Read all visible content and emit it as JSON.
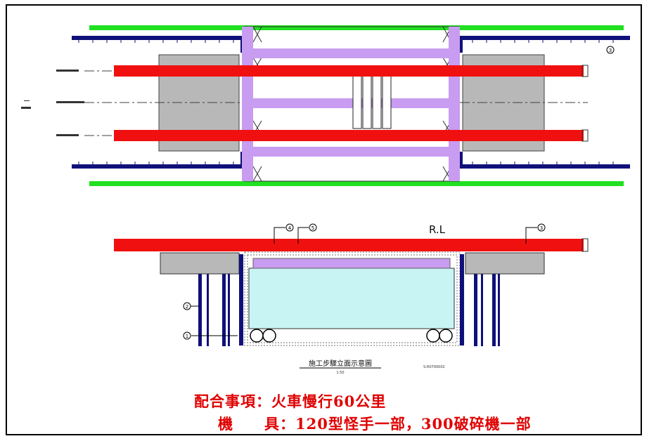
{
  "plan": {
    "callouts": [
      "3"
    ]
  },
  "section": {
    "level_label": "R.L",
    "callouts": [
      "4",
      "5",
      "3",
      "2",
      "1"
    ],
    "title": "施工步驟立面示意圖",
    "scale": "1:50",
    "note": "S-R0700002"
  },
  "caption": {
    "line1": "配合事項：火車慢行60公里",
    "line2": "機　　具：120型怪手一部，300破碎機一部"
  },
  "colors": {
    "rail": "#f01010",
    "wall": "#10107a",
    "green": "#20e020",
    "strut": "#c89cf0",
    "concrete": "#b8b8b8",
    "box": "#c8f4f4",
    "caption": "#e00000"
  }
}
